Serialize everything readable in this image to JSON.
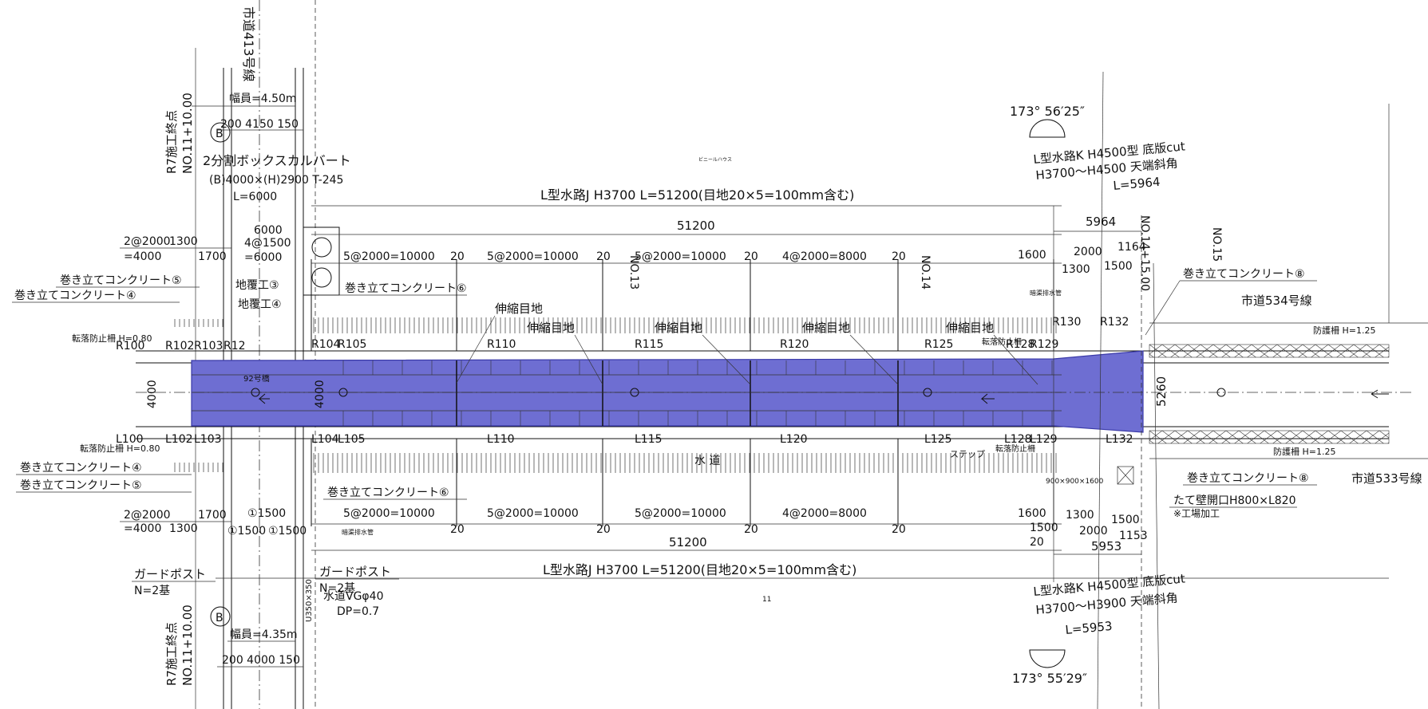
{
  "colors": {
    "channel_fill": "#6e6ed2",
    "channel_edge": "#3a3aa8",
    "line": "#111111"
  },
  "roads": {
    "left_north": "市道413号線",
    "right_north": "市道534号線",
    "right_south": "市道533号線"
  },
  "stations": {
    "r7_end_top": "R7施工終点",
    "r7_end_top_no": "NO.11+10.00",
    "r7_end_bottom": "R7施工終点",
    "r7_end_bottom_no": "NO.11+10.00",
    "no13": "NO.13",
    "no14": "NO.14",
    "no14_1500": "NO.14+15.00",
    "no15": "NO.15"
  },
  "section_markers": {
    "top": "B",
    "bottom": "B"
  },
  "widths": {
    "top": "幅員=4.50m",
    "top_dims": "200  4150  150",
    "bottom": "幅員=4.35m",
    "bottom_dims": "200  4000  150"
  },
  "culvert": {
    "title": "2分割ボックスカルバート",
    "size": "(B)4000×(H)2900  T-245",
    "length": "L=6000",
    "dim_6000": "6000",
    "dim_4at1500": "4@1500",
    "dim_eq6000": "=6000",
    "bridge_no": "92号橋",
    "span": "4000"
  },
  "channel_j": {
    "top_label": "L型水路J  H3700  L=51200(目地20×5=100mm含む)",
    "bottom_label": "L型水路J  H3700  L=51200(目地20×5=100mm含む)",
    "total": "51200",
    "segments": [
      "5@2000=10000",
      "5@2000=10000",
      "5@2000=10000",
      "4@2000=8000"
    ],
    "joint": "20",
    "end_1600": "1600",
    "end_1500": "1500",
    "joint_label": "伸縮目地"
  },
  "channel_k": {
    "top_title": "L型水路K  H4500型  底版cut",
    "top_height": "H3700～H4500  天端斜角",
    "top_length": "L=5964",
    "top_dim": "5964",
    "top_dims": [
      "2000",
      "1164",
      "1500",
      "1300"
    ],
    "bottom_title": "L型水路K  H4500型  底版cut",
    "bottom_height": "H3700～H3900  天端斜角",
    "bottom_length": "L=5953",
    "bottom_dim": "5953",
    "bottom_dims": [
      "1300",
      "2000",
      "1500",
      "1153"
    ],
    "width": "5260"
  },
  "angles": {
    "top": "173°  56′25″",
    "bottom": "173°  55′29″"
  },
  "concrete": {
    "c4_top": "巻き立てコンクリート④",
    "c5_top": "巻き立てコンクリート⑤",
    "c6_top": "巻き立てコンクリート⑥",
    "c8_top": "巻き立てコンクリート⑧",
    "c4_bot": "巻き立てコンクリート④",
    "c5_bot": "巻き立てコンクリート⑤",
    "c6_bot": "巻き立てコンクリート⑥",
    "c8_bot": "巻き立てコンクリート⑧"
  },
  "fence": {
    "left_top": "転落防止柵  H=0.80",
    "left_bottom": "転落防止柵  H=0.80",
    "right_top": "防護柵  H=1.25",
    "right_bottom": "防護柵  H=1.25",
    "mid_top": "転落防止柵",
    "mid_bottom": "転落防止柵"
  },
  "covering": {
    "c3": "地覆工③",
    "c4": "地覆工④"
  },
  "left_dims": {
    "top": "2@2000",
    "top_eq": "=4000",
    "top_1300": "1300",
    "top_1700": "1700",
    "bot": "2@2000",
    "bot_eq": "=4000",
    "bot_1300": "1300",
    "bot_1700": "1700",
    "circ_1500a": "①1500",
    "circ_1500b": "①1500",
    "circ_1500c": "①1500",
    "span": "4000"
  },
  "stations_upper": [
    "R100",
    "R102",
    "R103",
    "R12",
    "R104",
    "R105",
    "R110",
    "R115",
    "R120",
    "R125",
    "R128",
    "R129",
    "R130",
    "R132"
  ],
  "stations_lower": [
    "L100",
    "L102",
    "L103",
    "L104",
    "L105",
    "L110",
    "L115",
    "L120",
    "L125",
    "L128",
    "L129",
    "L132"
  ],
  "guard_post": {
    "left": "ガードポスト",
    "left_n": "N=2基",
    "mid": "ガードポスト",
    "mid_n": "N=2基"
  },
  "water_pipe": {
    "label": "水道VGφ40",
    "dp": "DP=0.7",
    "text": "水  道"
  },
  "wall_opening": {
    "label": "たて壁開口H800×L820",
    "note": "※工場加工"
  },
  "step": "ステップ",
  "box_900": "900×900×1600",
  "u_ditch": "U350×350",
  "drain_top": "暗渠排水管",
  "drain_bottom": "暗渠排水管",
  "vinyl_house": "ビニールハウス",
  "small_mark": "11"
}
